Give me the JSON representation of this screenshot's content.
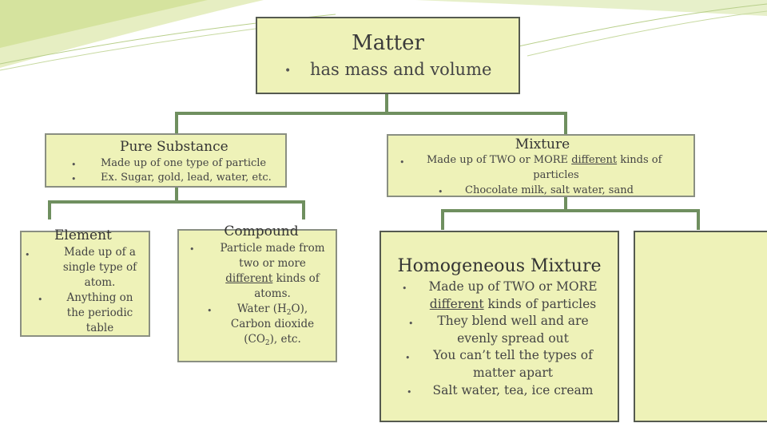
{
  "matter": {
    "title": "Matter",
    "bullet": "has mass and volume"
  },
  "pure_substance": {
    "title": "Pure Substance",
    "bullets": [
      "Made up of one type of particle",
      "Ex. Sugar, gold, lead, water, etc."
    ]
  },
  "mixture": {
    "title": "Mixture",
    "bullet1_pre": "Made up of TWO or MORE ",
    "bullet1_u": "different",
    "bullet1_post": " kinds of",
    "bullet1_line2": "particles",
    "bullet2": "Chocolate milk, salt water, sand"
  },
  "element": {
    "title": "Element",
    "b1_lines": [
      "Made up of a",
      "single type of",
      "atom."
    ],
    "b2_lines": [
      "Anything on",
      "the periodic",
      "table"
    ]
  },
  "compound": {
    "title": "Compound",
    "b1_l1": "Particle made from",
    "b1_l2": "two or more",
    "b1_u": "different",
    "b1_l3_post": " kinds of",
    "b1_l4": "atoms.",
    "b2_l1_pre": "Water (H",
    "b2_sub1": "2",
    "b2_l1_post": "O),",
    "b2_l2": "Carbon dioxide",
    "b2_l3_pre": "(CO",
    "b2_sub2": "2",
    "b2_l3_post": "), etc."
  },
  "homogeneous": {
    "title": "Homogeneous Mixture",
    "l1": "Made up of TWO or MORE",
    "l2_u": "different",
    "l2_post": " kinds of particles",
    "l3": "They blend well and are",
    "l4": "evenly spread out",
    "l5": "You can’t tell the types of",
    "l6": "matter apart",
    "l7": "Salt water, tea, ice cream"
  },
  "colors": {
    "box_fill": "#eef2b8",
    "connector": "#6f8f5f",
    "text": "#333333"
  }
}
